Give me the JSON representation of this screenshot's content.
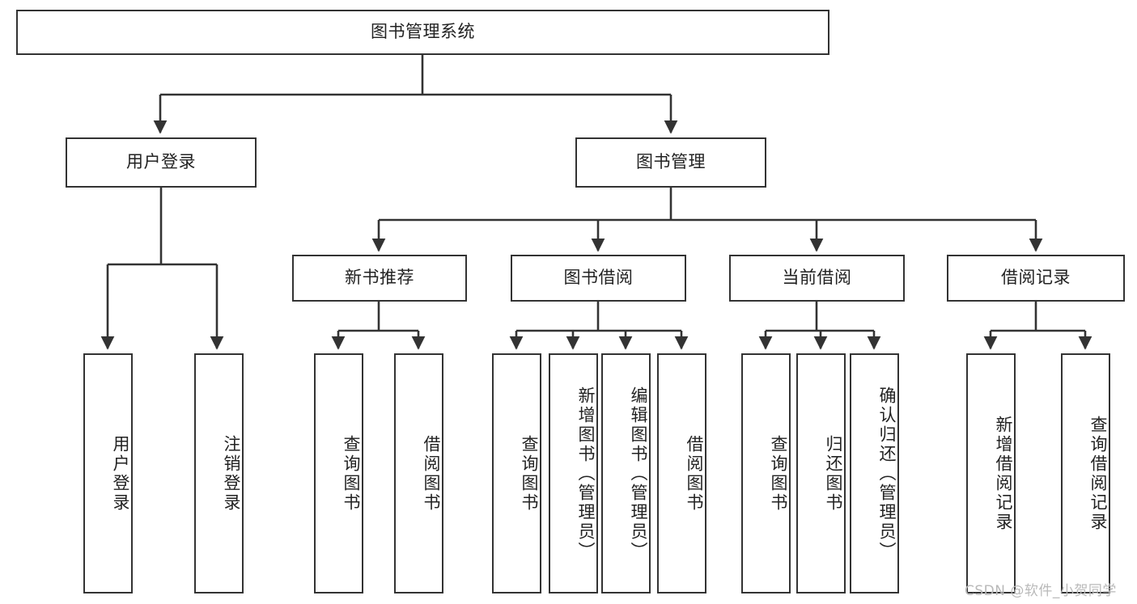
{
  "diagram": {
    "title": "图书管理系统",
    "type": "tree-hierarchy-diagram",
    "root": {
      "label": "图书管理系统"
    },
    "level2": [
      {
        "label": "用户登录"
      },
      {
        "label": "图书管理"
      }
    ],
    "level3": [
      {
        "label": "新书推荐"
      },
      {
        "label": "图书借阅"
      },
      {
        "label": "当前借阅"
      },
      {
        "label": "借阅记录"
      }
    ],
    "leaves": {
      "user_login": [
        {
          "label": "用户登录"
        },
        {
          "label": "注销登录"
        }
      ],
      "new_book_recommend": [
        {
          "label": "查询图书"
        },
        {
          "label": "借阅图书"
        }
      ],
      "book_borrow": [
        {
          "label": "查询图书"
        },
        {
          "label": "新增图书（管理员）"
        },
        {
          "label": "编辑图书（管理员）"
        },
        {
          "label": "借阅图书"
        }
      ],
      "current_borrow": [
        {
          "label": "查询图书"
        },
        {
          "label": "归还图书"
        },
        {
          "label": "确认归还（管理员）"
        }
      ],
      "borrow_records": [
        {
          "label": "新增借阅记录"
        },
        {
          "label": "查询借阅记录"
        }
      ]
    }
  },
  "watermark": {
    "text": "CSDN @软件_小贺同学"
  },
  "colors": {
    "stroke": "#333333",
    "box_fill": "#ffffff",
    "text": "#222222",
    "watermark": "#b9b9b9",
    "background": "#ffffff"
  }
}
